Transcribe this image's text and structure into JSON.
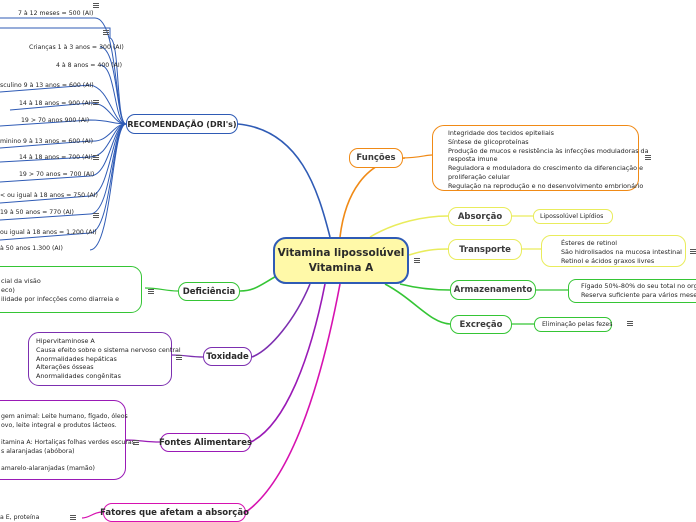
{
  "central": {
    "line1": "Vitamina lipossolúvel",
    "line2": "Vitamina A"
  },
  "colors": {
    "central_border": "#2f5bb5",
    "central_fill": "#fff9a8",
    "funcoes": "#f08a16",
    "absorcao": "#e9ec5c",
    "transporte": "#e9ec5c",
    "armazenamento": "#35c535",
    "excrecao": "#35c535",
    "recomendacao": "#2f5bb5",
    "deficiencia": "#35c535",
    "toxidade": "#7c2fb0",
    "fontes": "#9a1ab6",
    "fatores": "#d612b0"
  },
  "branches": {
    "funcoes": {
      "title": "Funções",
      "items": [
        "Integridade dos tecidos epiteliais",
        "Síntese de glicoproteínas",
        "Produção de mucos e resistência às infecções moduladoras da",
        "resposta imune",
        "Reguladora e moduladora do crescimento da diferenciação e",
        "proliferação celular",
        "Regulação na reprodução e no desenvolvimento embrionário"
      ]
    },
    "absorcao": {
      "title": "Absorção",
      "leaf": "Lipossolúvel Lipídios"
    },
    "transporte": {
      "title": "Transporte",
      "items": [
        "Ésteres de retinol",
        "São hidrolisados na mucosa intestinal",
        "Retinol e ácidos graxos livres"
      ]
    },
    "armazenamento": {
      "title": "Armazenamento",
      "items": [
        "Fígado 50%-80% do seu total no organismo",
        "Reserva suficiente para vários meses"
      ]
    },
    "excrecao": {
      "title": "Excreção",
      "leaf": "Eliminação pelas fezes"
    },
    "recomendacao": {
      "title": "RECOMENDAÇÃO (DRI's)",
      "items": [
        "7 à 12 meses = 500 (AI)",
        "Crianças 1 à 3 anos = 300 (AI)",
        "4 à 8 anos = 400 (AI)",
        "sculino  9 à 13 anos = 600 (AI)",
        "14 à 18 anos = 900 (AI)",
        "19  > 70 anos  900 (AI)",
        "minino   9 à 13 anos = 600 (AI)",
        "14 à 18 anos = 700 (AI)",
        "19  > 70 anos = 700 (AI)",
        "< ou igual à 18 anos = 750 (AI)",
        "19 à 50 anos = 770 (AI)",
        "ou igual à 18 anos = 1.200 (AI)",
        "à 50 anos  1.300 (AI)"
      ]
    },
    "deficiencia": {
      "title": "Deficiência",
      "items": [
        "cial da visão",
        "eco)",
        "ilidade por infecções como diarreia e"
      ]
    },
    "toxidade": {
      "title": "Toxidade",
      "items": [
        "Hipervitaminose A",
        "Causa efeito sobre o sistema nervoso central",
        "Anormalidades hepáticas",
        "Alterações ósseas",
        "Anormalidades congênitas"
      ]
    },
    "fontes": {
      "title": "Fontes Alimentares",
      "items": [
        "gem animal: Leite humano, fígado, óleos",
        "ovo, leite integral e produtos lácteos.",
        "itamina A: Hortaliças folhas verdes escuras",
        "s alaranjadas (abóbora)",
        "amarelo-alaranjadas (mamão)"
      ]
    },
    "fatores": {
      "title": "Fatores que afetam a absorção",
      "partial": "a E, proteína"
    }
  }
}
